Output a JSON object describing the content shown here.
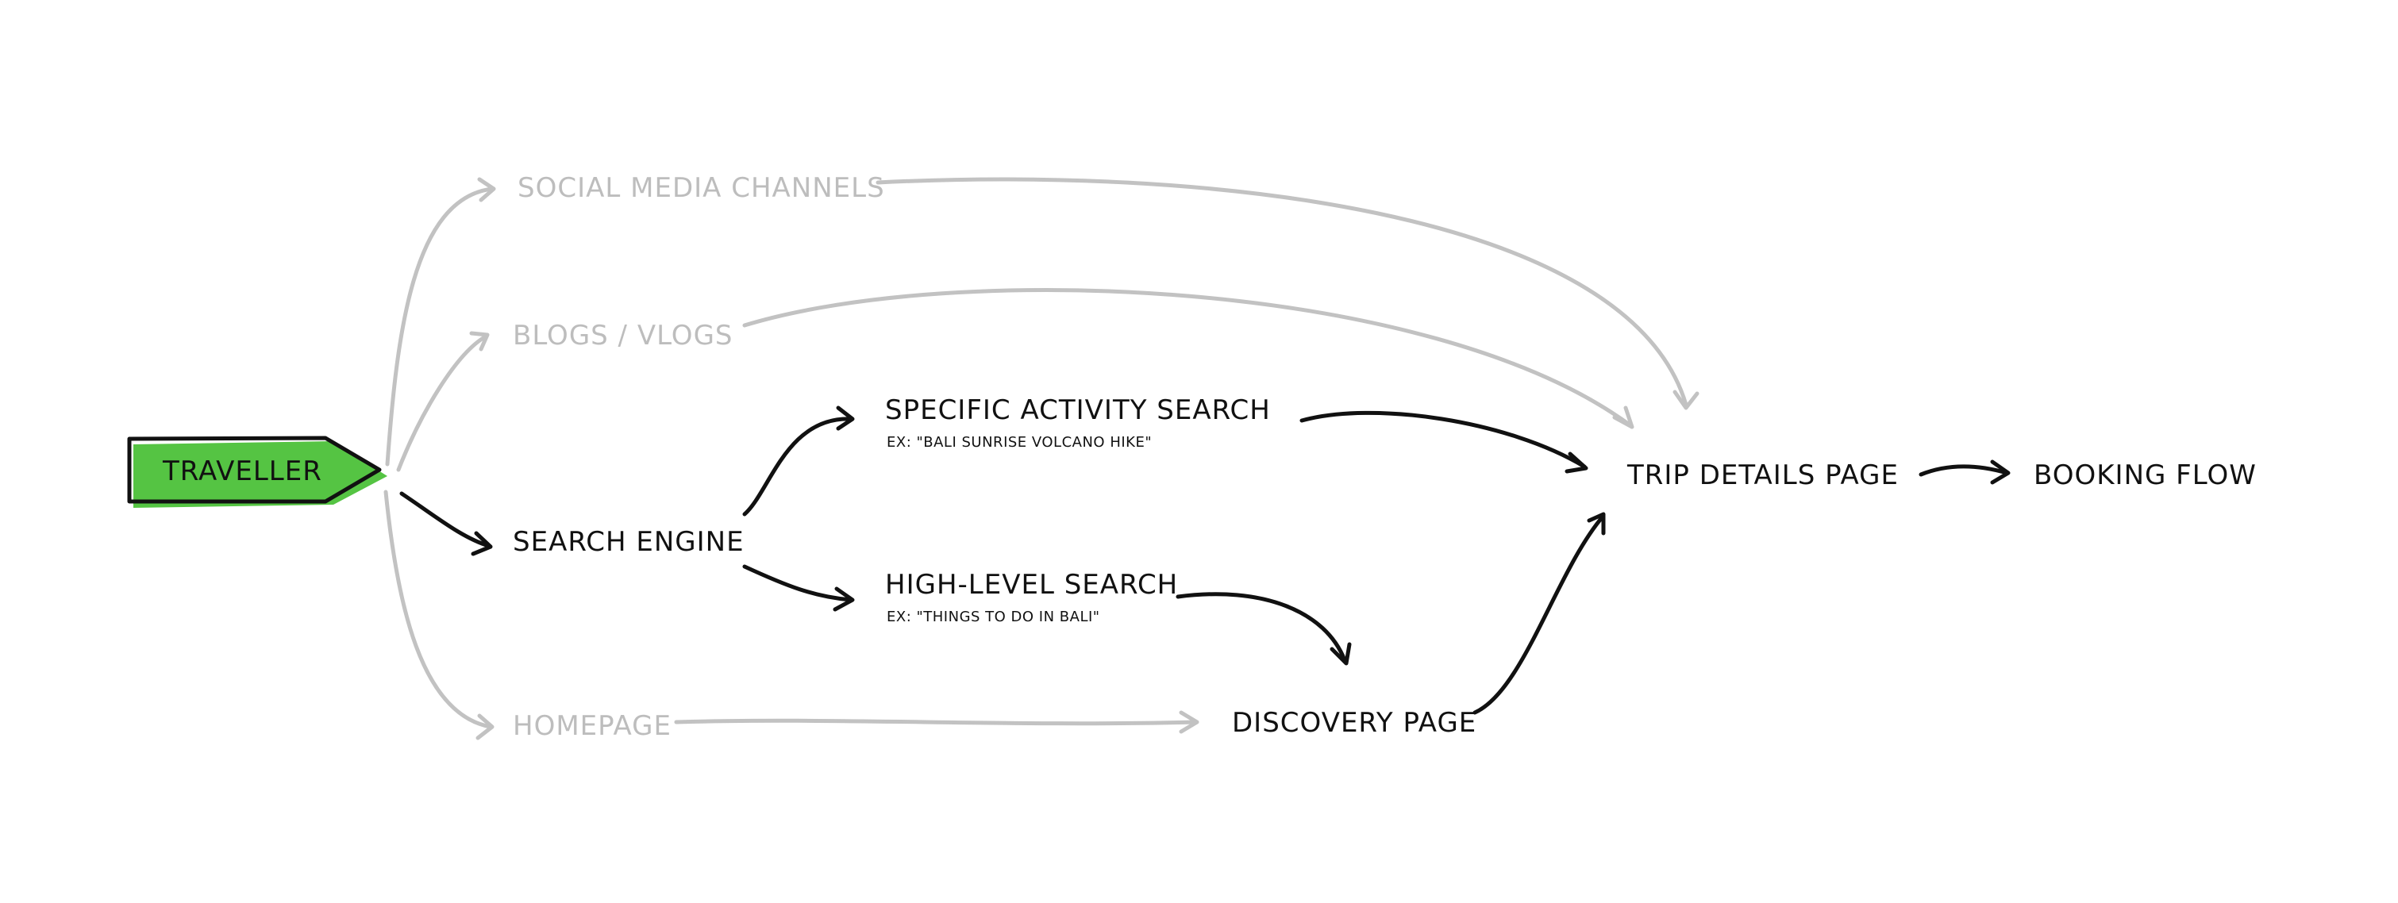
{
  "diagram": {
    "colors": {
      "ink": "#111111",
      "muted": "#c2c2c2",
      "accent": "#55c443"
    },
    "nodes": {
      "traveller": "TRAVELLER",
      "social_media": "SOCIAL MEDIA CHANNELS",
      "blogs_vlogs": "BLOGS / VLOGS",
      "search_engine": "SEARCH ENGINE",
      "homepage": "HOMEPAGE",
      "specific_search": "SPECIFIC ACTIVITY SEARCH",
      "specific_search_example": "EX: \"BALI SUNRISE VOLCANO HIKE\"",
      "high_level_search": "HIGH-LEVEL SEARCH",
      "high_level_search_example": "EX: \"THINGS TO DO IN BALI\"",
      "discovery_page": "DISCOVERY PAGE",
      "trip_details_page": "TRIP DETAILS PAGE",
      "booking_flow": "BOOKING FLOW"
    },
    "edges": [
      {
        "from": "traveller",
        "to": "social_media",
        "style": "muted"
      },
      {
        "from": "traveller",
        "to": "blogs_vlogs",
        "style": "muted"
      },
      {
        "from": "traveller",
        "to": "search_engine",
        "style": "dark"
      },
      {
        "from": "traveller",
        "to": "homepage",
        "style": "muted"
      },
      {
        "from": "search_engine",
        "to": "specific_search",
        "style": "dark"
      },
      {
        "from": "search_engine",
        "to": "high_level_search",
        "style": "dark"
      },
      {
        "from": "specific_search",
        "to": "trip_details_page",
        "style": "dark"
      },
      {
        "from": "high_level_search",
        "to": "discovery_page",
        "style": "dark"
      },
      {
        "from": "homepage",
        "to": "discovery_page",
        "style": "muted"
      },
      {
        "from": "social_media",
        "to": "trip_details_page",
        "style": "muted"
      },
      {
        "from": "blogs_vlogs",
        "to": "trip_details_page",
        "style": "muted"
      },
      {
        "from": "discovery_page",
        "to": "trip_details_page",
        "style": "dark"
      },
      {
        "from": "trip_details_page",
        "to": "booking_flow",
        "style": "dark"
      }
    ]
  }
}
